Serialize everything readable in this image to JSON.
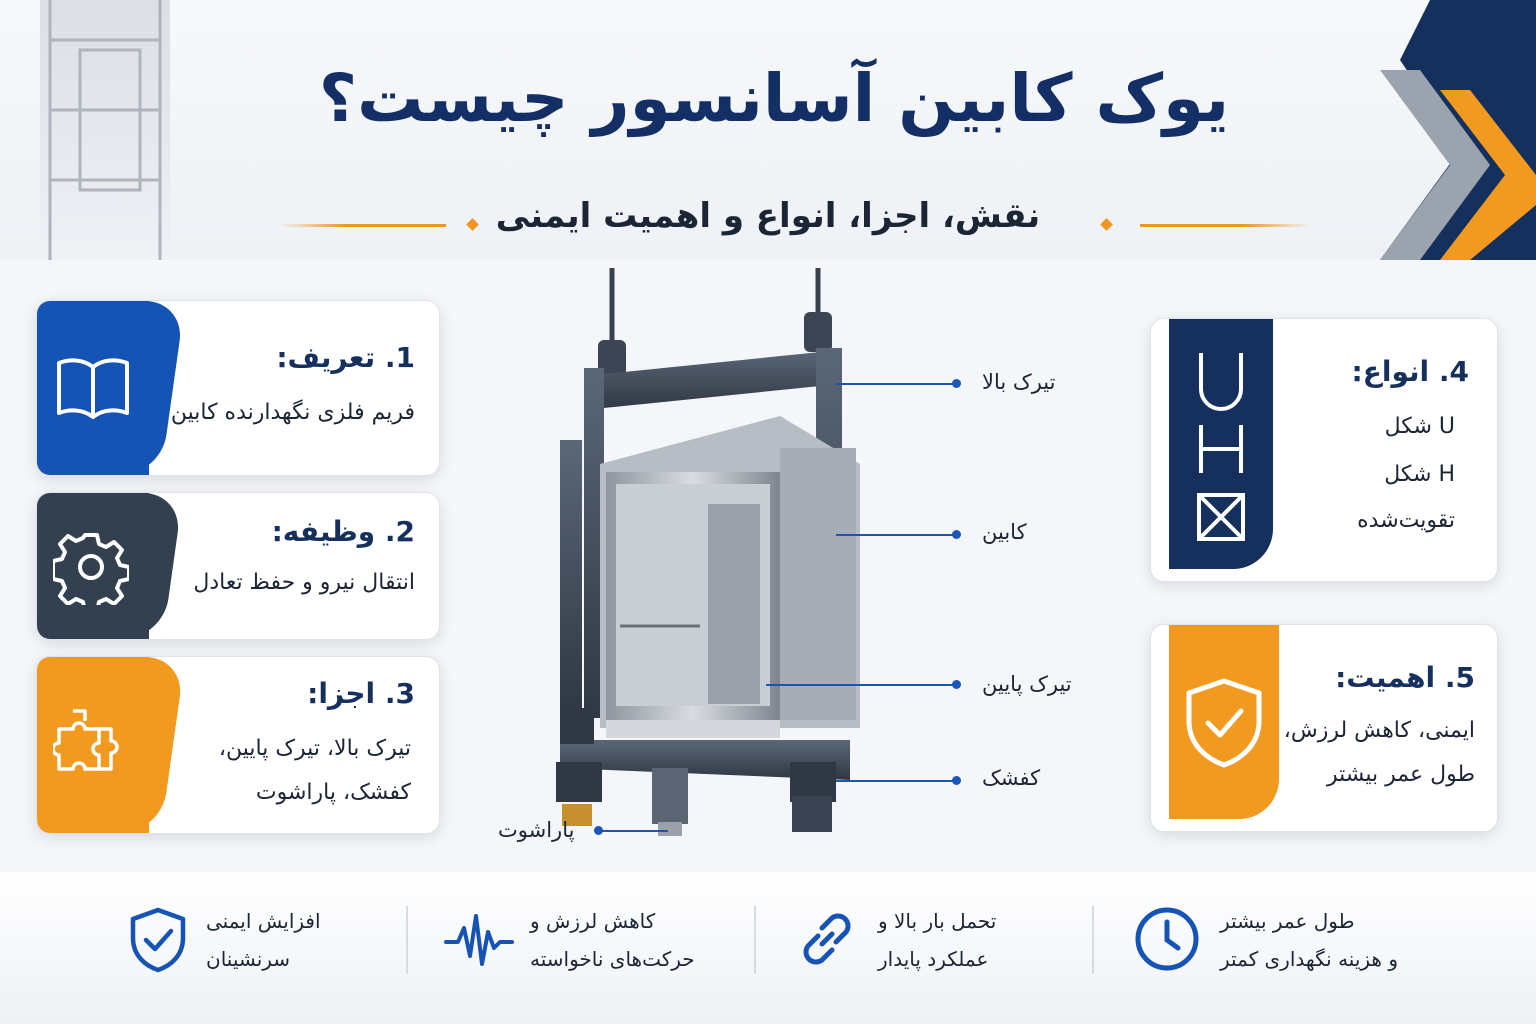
{
  "header": {
    "title": "یوک کابین آسانسور چیست؟",
    "subtitle": "نقش، اجزا، انواع و اهمیت ایمنی"
  },
  "colors": {
    "navy": "#16305e",
    "blue": "#1553b5",
    "dark": "#33404f",
    "orange": "#f19a1f"
  },
  "cards_left": [
    {
      "title": "1. تعریف:",
      "lines": [
        "فریم فلزی نگهدارنده کابین"
      ],
      "icon": "open-book-icon"
    },
    {
      "title": "2. وظیفه:",
      "lines": [
        "انتقال نیرو و حفظ تعادل"
      ],
      "icon": "gear-icon"
    },
    {
      "title": "3. اجزا:",
      "lines": [
        "تیرک بالا، تیرک پایین،",
        "کفشک، پاراشوت"
      ],
      "icon": "puzzle-icon"
    }
  ],
  "cards_right": [
    {
      "title": "4. انواع:",
      "lines": [
        "U شکل",
        "H شکل",
        "تقویت‌شده"
      ],
      "icon": "frame-types-icon"
    },
    {
      "title": "5. اهمیت:",
      "lines": [
        "ایمنی، کاهش لرزش،",
        "طول عمر بیشتر"
      ],
      "icon": "shield-check-icon"
    }
  ],
  "diagram": {
    "labels": [
      "تیرک بالا",
      "کابین",
      "تیرک پایین",
      "کفشک",
      "پاراشوت"
    ]
  },
  "benefits": [
    {
      "lines": [
        "افزایش ایمنی",
        "سرنشینان"
      ],
      "icon": "shield-check-icon"
    },
    {
      "lines": [
        "کاهش لرزش و",
        "حرکت‌های ناخواسته"
      ],
      "icon": "vibration-wave-icon"
    },
    {
      "lines": [
        "تحمل بار بالا و",
        "عملکرد پایدار"
      ],
      "icon": "chain-link-icon"
    },
    {
      "lines": [
        "طول عمر بیشتر",
        "و هزینه نگهداری کمتر"
      ],
      "icon": "clock-icon"
    }
  ]
}
